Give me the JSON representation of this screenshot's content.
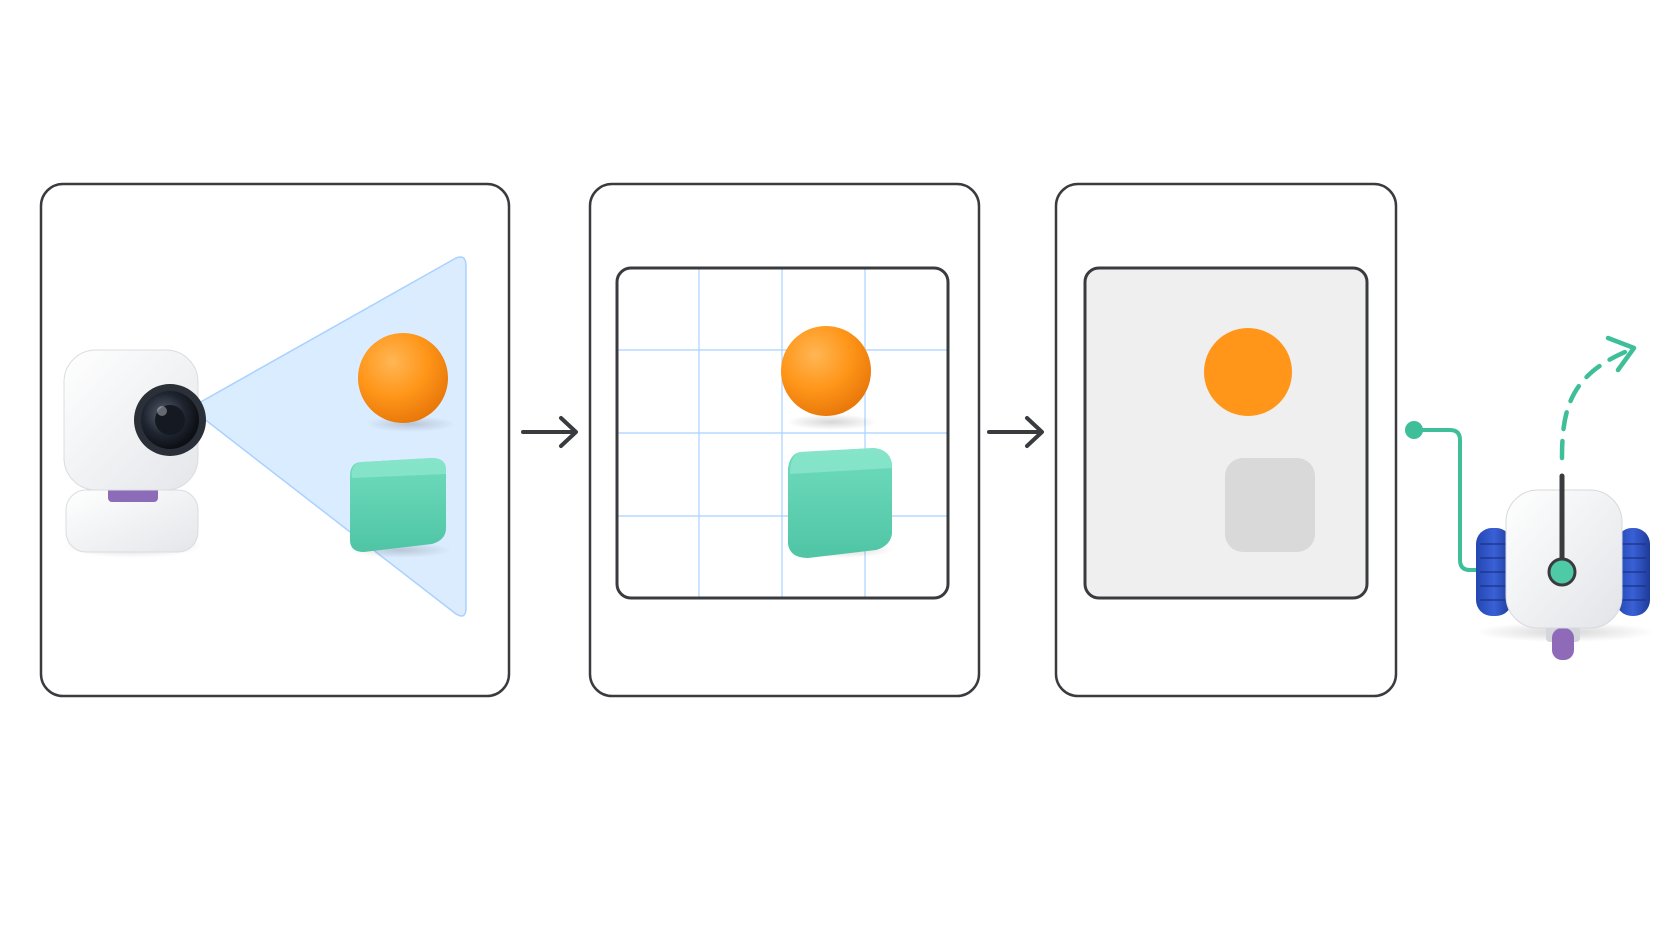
{
  "stages": [
    {
      "id": "capture",
      "icon": "camera-icon",
      "objects": [
        "sphere",
        "cube"
      ]
    },
    {
      "id": "detect",
      "icon": "grid-icon",
      "objects": [
        "sphere",
        "cube"
      ]
    },
    {
      "id": "segment",
      "icon": "mask-icon",
      "objects": [
        "sphere-mask",
        "cube-mask-faded"
      ]
    },
    {
      "id": "act",
      "icon": "robot-icon",
      "objects": [
        "path-arrow"
      ]
    }
  ],
  "connectors": [
    "arrow-right-icon",
    "arrow-right-icon",
    "signal-line"
  ],
  "colors": {
    "frame_stroke": "#3a3b3f",
    "sphere": "#ff9619",
    "cube": "#5fd3b3",
    "field_of_view": "#d6ebff",
    "grid_line": "#a9d1ff",
    "mask_background": "#efefef",
    "mask_faded": "#d9d9d9",
    "signal": "#3fbf99",
    "robot_wheels": "#2e4fbe",
    "robot_caster": "#8e6ab8",
    "camera_lens": "#1f2530",
    "camera_ring": "#8c6bb8"
  }
}
